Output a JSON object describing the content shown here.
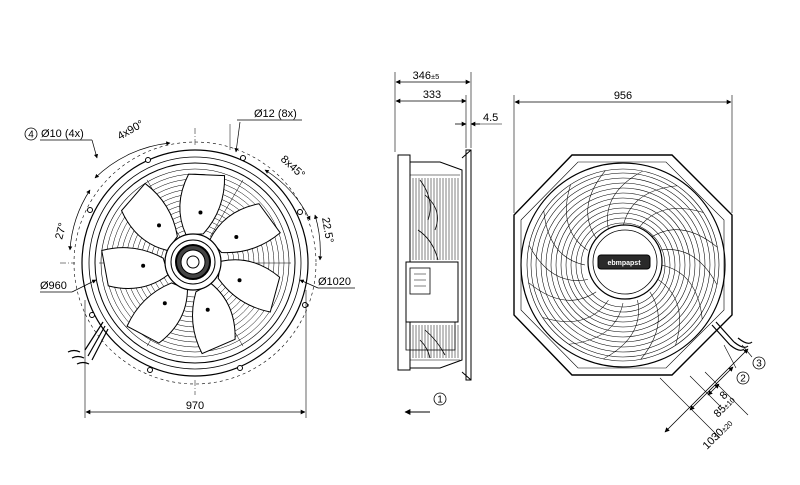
{
  "front_view": {
    "callout_number": "4",
    "hole_label": "Ø10 (4x)",
    "angle_4x90": "4x90°",
    "small_hole_label": "Ø12 (8x)",
    "angle_8x45": "8x45°",
    "angle_27": "27°",
    "angle_22_5": "22.5°",
    "diameter_960": "Ø960",
    "diameter_1020": "Ø1020",
    "width": "970"
  },
  "side_view": {
    "depth_main": "346",
    "depth_tol": "±5",
    "depth_inner": "333",
    "flange": "4.5",
    "airflow_callout": "1"
  },
  "back_view": {
    "width": "956",
    "callout_2": "2",
    "callout_3": "3",
    "dim_8": "8",
    "dim_85": "85",
    "dim_85_tol": "±10",
    "dim_1030": "1030",
    "dim_1030_tol": "±20",
    "hub_brand": "ebmpapst"
  },
  "colors": {
    "line": "#000000",
    "background": "#ffffff",
    "hub_fill": "#2a2a2a"
  }
}
